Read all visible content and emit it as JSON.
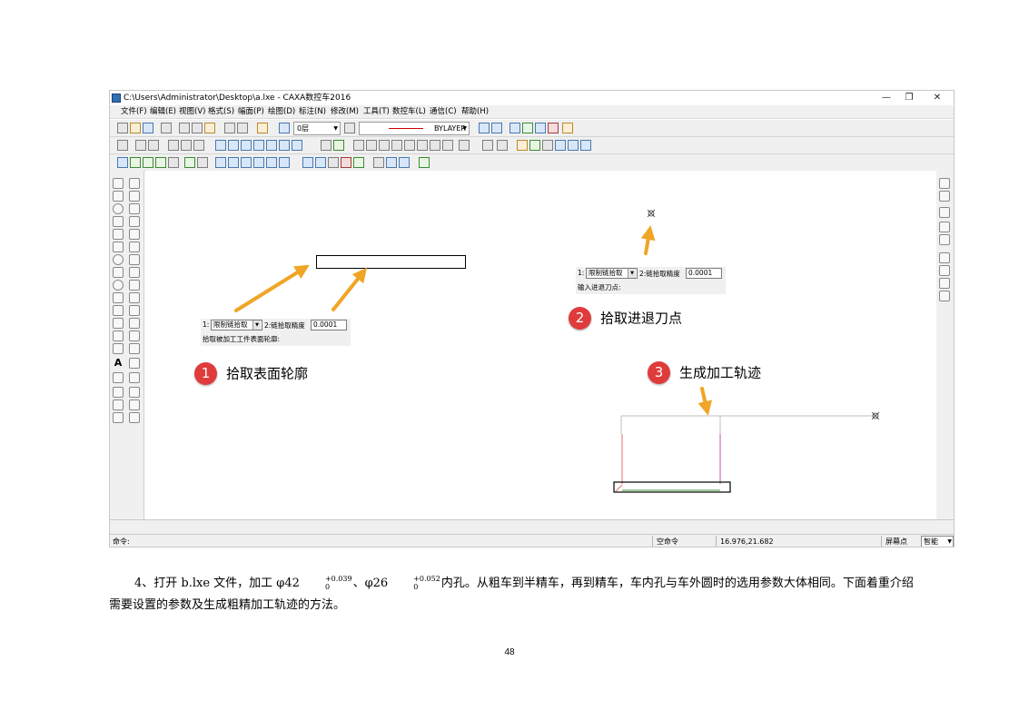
{
  "window": {
    "title": "C:\\Users\\Administrator\\Desktop\\a.lxe - CAXA数控车2016",
    "minimize": "—",
    "restore": "❐",
    "close": "✕"
  },
  "menu": [
    "文件(F)",
    "编辑(E)",
    "视图(V)",
    "格式(S)",
    "幅面(P)",
    "绘图(D)",
    "标注(N)",
    "修改(M)",
    "工具(T)",
    "数控车(L)",
    "通信(C)",
    "帮助(H)"
  ],
  "toolbar": {
    "layer": "0层",
    "linetype": "BYLAYER"
  },
  "prompt1": {
    "index": "1:",
    "mode": "限制链拾取",
    "precision_label": "2:链拾取精度",
    "precision_value": "0.0001",
    "hint": "拾取被加工工件表面轮廓:"
  },
  "prompt2": {
    "index": "1:",
    "mode": "限制链拾取",
    "precision_label": "2:链拾取精度",
    "precision_value": "0.0001",
    "hint": "输入进退刀点:"
  },
  "steps": [
    {
      "number": "1",
      "text": "拾取表面轮廓"
    },
    {
      "number": "2",
      "text": "拾取进退刀点"
    },
    {
      "number": "3",
      "text": "生成加工轨迹"
    }
  ],
  "status": {
    "command_label": "命令:",
    "empty_command": "空命令",
    "coordinates": "16.976,21.682",
    "snap_label": "屏幕点",
    "snap_mode": "智能"
  },
  "paragraph": {
    "p1": "4、打开 b.lxe 文件，加工 φ42",
    "tol1_upper": "+0.039",
    "tol1_lower": "0",
    "p2": "、φ26",
    "tol2_upper": "+0.052",
    "tol2_lower": "0",
    "p3": "内孔。从粗车到半精车，再到精车，车内孔与车外圆时的选用参数大体相同。下面着重介绍需要设置的参数及生成粗精加工轨迹的方法。"
  },
  "page_number": "48",
  "colors": {
    "arrow": "#f0a526",
    "badge": "#e03b3b",
    "path_red": "#e86b6b",
    "path_magenta": "#c84fb4",
    "path_green": "#3a9a3a"
  }
}
